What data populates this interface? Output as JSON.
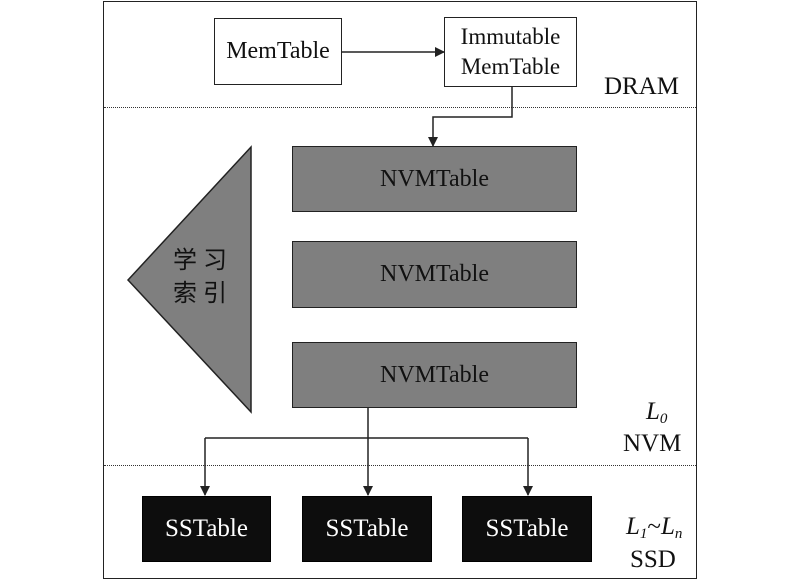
{
  "memtable": "MemTable",
  "immutable": {
    "line1": "Immutable",
    "line2": "MemTable"
  },
  "zones": {
    "dram": "DRAM",
    "l0_letter": "L",
    "l0_sub": "0",
    "nvm": "NVM",
    "l1ln_l": "L",
    "l1ln_sub1": "1",
    "l1ln_tilde": "~",
    "l1ln_l2": "L",
    "l1ln_subn": "n",
    "ssd": "SSD"
  },
  "learned_index": {
    "line1": "学习",
    "line2": "索引"
  },
  "nvmtables": [
    "NVMTable",
    "NVMTable",
    "NVMTable"
  ],
  "sstables": [
    "SSTable",
    "SSTable",
    "SSTable"
  ],
  "colors": {
    "nvm_fill": "#7f7f7f",
    "ssd_fill": "#0d0d0d",
    "triangle_fill": "#7f7f7f"
  }
}
